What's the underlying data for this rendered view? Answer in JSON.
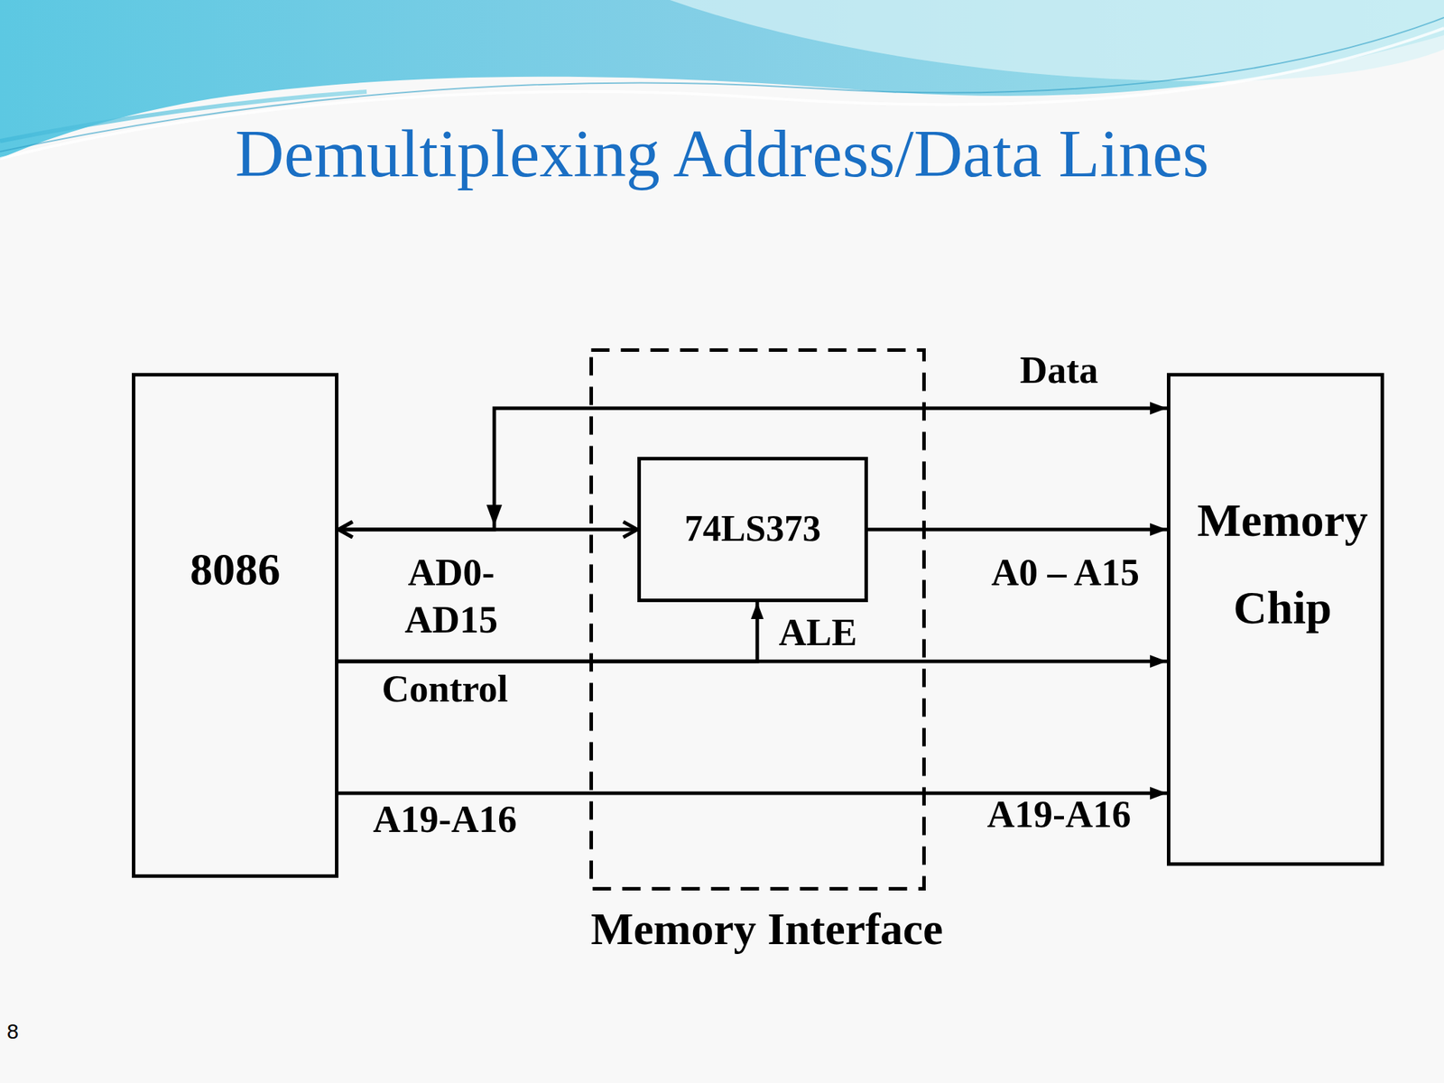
{
  "diagram": {
    "title": "Demultiplexing Address/Data Lines",
    "nodes": [
      {
        "text": [
          "8086"
        ]
      },
      {
        "text": [
          "Memory Interface"
        ]
      },
      {
        "text": [
          "74LS373"
        ],
        "in": 1
      },
      {
        "text": [
          "Memory Chip"
        ]
      }
    ],
    "edges": [
      {
        "from": 0,
        "to": 2,
        "arrow": "both",
        "label": "AD0- AD15"
      },
      {
        "from": 0,
        "to": 3,
        "arrow": "both",
        "label": "Data"
      },
      {
        "from": 2,
        "to": 3,
        "arrow": "to",
        "label": "A0 – A15"
      },
      {
        "from": 0,
        "to": 3,
        "arrow": "to",
        "label": "Control"
      },
      {
        "from": 0,
        "to": 2,
        "arrow": "to",
        "label": "ALE"
      },
      {
        "from": 0,
        "to": 3,
        "arrow": "to",
        "label": "A19-A16"
      }
    ],
    "labels": [
      "A19-A16",
      "8"
    ]
  }
}
